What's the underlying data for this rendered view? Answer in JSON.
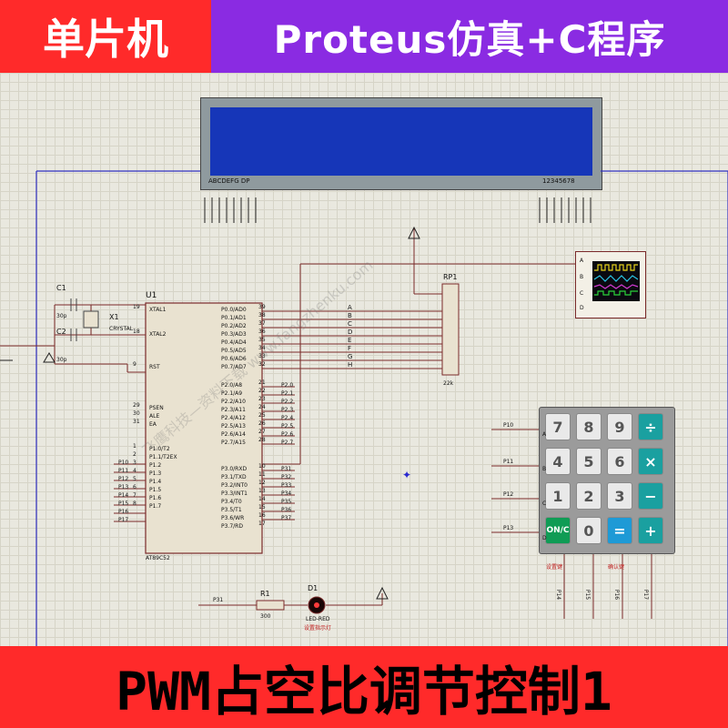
{
  "header": {
    "left_tag": "单片机",
    "right_tag": "Proteus仿真+C程序"
  },
  "footer": {
    "title": "PWM占空比调节控制1"
  },
  "colors": {
    "red": "#ff2a2a",
    "purple": "#8a2be2",
    "lcd_blue": "#1636b8",
    "wire": "#7a2a2a"
  },
  "lcd": {
    "left_caption": "ABCDEFG DP",
    "right_caption": "12345678"
  },
  "mcu": {
    "ref": "U1",
    "part": "AT89C52",
    "left_pins": [
      "XTAL1",
      "XTAL2",
      "RST",
      "PSEN",
      "ALE",
      "EA",
      "P1.0/T2",
      "P1.1/T2EX",
      "P1.2",
      "P1.3",
      "P1.4",
      "P1.5",
      "P1.6",
      "P1.7"
    ],
    "left_pin_nums": [
      "19",
      "18",
      "9",
      "29",
      "30",
      "31",
      "1",
      "2",
      "3",
      "4",
      "5",
      "6",
      "7",
      "8"
    ],
    "right_pins": [
      "P0.0/AD0",
      "P0.1/AD1",
      "P0.2/AD2",
      "P0.3/AD3",
      "P0.4/AD4",
      "P0.5/AD5",
      "P0.6/AD6",
      "P0.7/AD7",
      "P2.0/A8",
      "P2.1/A9",
      "P2.2/A10",
      "P2.3/A11",
      "P2.4/A12",
      "P2.5/A13",
      "P2.6/A14",
      "P2.7/A15",
      "P3.0/RXD",
      "P3.1/TXD",
      "P3.2/INT0",
      "P3.3/INT1",
      "P3.4/T0",
      "P3.5/T1",
      "P3.6/WR",
      "P3.7/RD"
    ],
    "right_pin_nums": [
      "39",
      "38",
      "37",
      "36",
      "35",
      "34",
      "33",
      "32",
      "21",
      "22",
      "23",
      "24",
      "25",
      "26",
      "27",
      "28",
      "10",
      "11",
      "12",
      "13",
      "14",
      "15",
      "16",
      "17"
    ]
  },
  "net_labels": {
    "p2": [
      "P2.0",
      "P2.1",
      "P2.2",
      "P2.3",
      "P2.4",
      "P2.5",
      "P2.6",
      "P2.7"
    ],
    "p3": [
      "P31",
      "P32",
      "P33",
      "P34",
      "P35",
      "P36",
      "P37"
    ],
    "p1": [
      "P10",
      "P11",
      "P12",
      "P13",
      "P14",
      "P15",
      "P16",
      "P17"
    ],
    "bus": [
      "A",
      "B",
      "C",
      "D",
      "E",
      "F",
      "G",
      "H"
    ]
  },
  "crystal": {
    "ref": "X1",
    "part": "CRYSTAL",
    "c1": "C1",
    "c1_val": "30p",
    "c2": "C2",
    "c2_val": "30p"
  },
  "rp1": {
    "ref": "RP1",
    "value": "22k"
  },
  "scope_channels": [
    "A",
    "B",
    "C",
    "D"
  ],
  "keypad": {
    "rows": [
      [
        "7",
        "8",
        "9",
        "÷"
      ],
      [
        "4",
        "5",
        "6",
        "×"
      ],
      [
        "1",
        "2",
        "3",
        "−"
      ],
      [
        "ON/C",
        "0",
        "=",
        "+"
      ]
    ],
    "row_labels": [
      "A",
      "B",
      "C",
      "D"
    ],
    "row_nets": [
      "P10",
      "P11",
      "P12",
      "P13"
    ],
    "col_nets": [
      "P14",
      "P15",
      "P16",
      "P17"
    ],
    "notes": [
      "设置键",
      "确认键"
    ]
  },
  "led": {
    "r_ref": "R1",
    "r_val": "300",
    "d_ref": "D1",
    "d_part": "LED-RED",
    "d_note": "设置指示灯",
    "net": "P31"
  },
  "watermark": "飞鹰科技—资料下载 www.fangzhenku.com"
}
